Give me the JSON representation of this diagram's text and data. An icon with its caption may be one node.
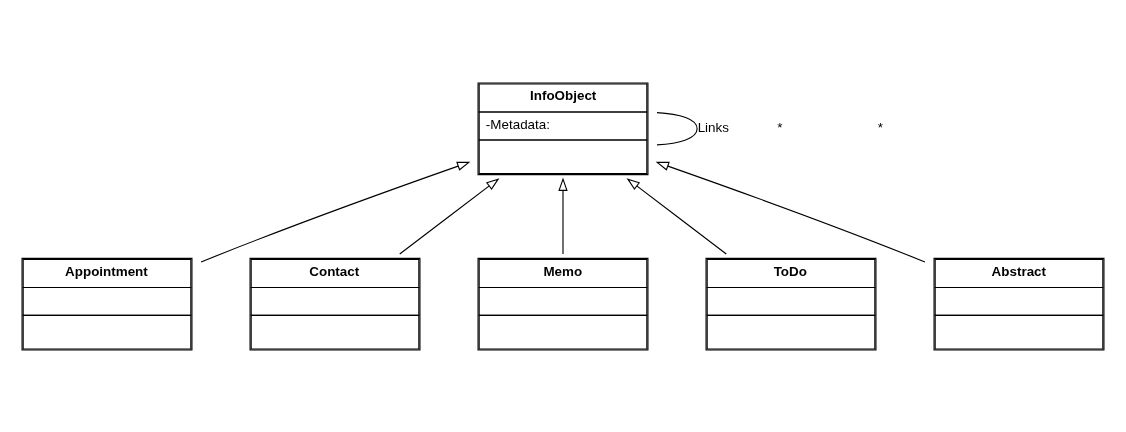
{
  "diagram": {
    "nodes": [
      {
        "text": [
          "InfoObject",
          "-Metadata:"
        ]
      },
      {
        "text": [
          "Appointment"
        ]
      },
      {
        "text": [
          "Contact"
        ]
      },
      {
        "text": [
          "Memo"
        ]
      },
      {
        "text": [
          "ToDo"
        ]
      },
      {
        "text": [
          "Abstract"
        ]
      }
    ],
    "edges": [
      {
        "from": 0,
        "to": 0,
        "arrow": "none",
        "label": "Links"
      },
      {
        "from": 1,
        "to": 0,
        "arrow": "to"
      },
      {
        "from": 2,
        "to": 0,
        "arrow": "to"
      },
      {
        "from": 3,
        "to": 0,
        "arrow": "to"
      },
      {
        "from": 4,
        "to": 0,
        "arrow": "to"
      },
      {
        "from": 5,
        "to": 0,
        "arrow": "to"
      }
    ],
    "labels": [
      "*",
      "*"
    ]
  }
}
